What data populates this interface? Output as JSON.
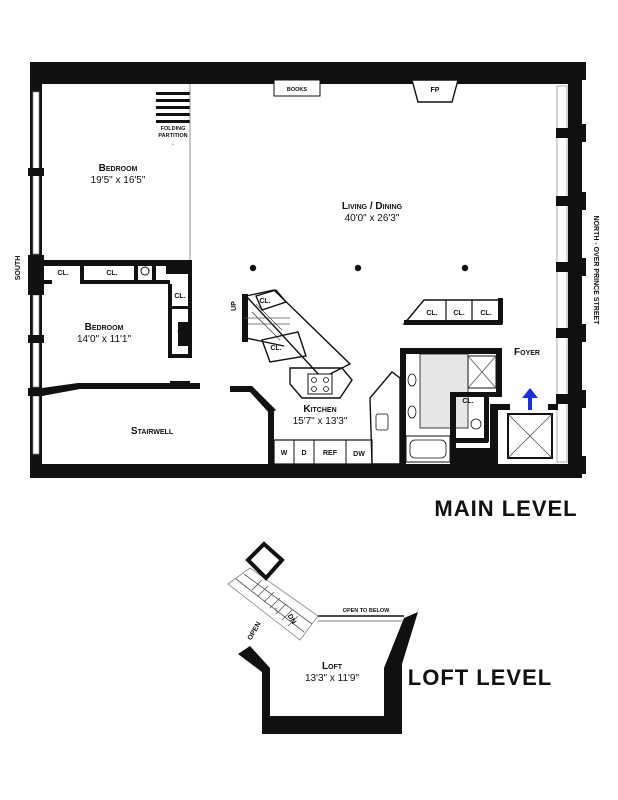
{
  "main_level": {
    "title": "MAIN LEVEL",
    "rooms": {
      "bedroom_1": {
        "name": "Bedroom",
        "dims": "19'5\" x 16'5\""
      },
      "bedroom_2": {
        "name": "Bedroom",
        "dims": "14'0\" x 11'1\""
      },
      "living": {
        "name": "Living / Dining",
        "dims": "40'0\" x 26'3\""
      },
      "kitchen": {
        "name": "Kitchen",
        "dims": "15'7\" x 13'3\""
      },
      "stairwell": {
        "name": "Stairwell"
      },
      "foyer": {
        "name": "Foyer"
      }
    },
    "labels": {
      "books": "BOOKS",
      "fp": "FP",
      "partition_1": "FOLDING",
      "partition_2": "PARTITION",
      "partition_arrow": "↓",
      "closet": "CL.",
      "up": "UP",
      "w": "W",
      "d": "D",
      "ref": "REF",
      "dw": "DW"
    },
    "orientation": {
      "south": "SOUTH",
      "north": "NORTH - OVER PRINCE STREET"
    },
    "colors": {
      "wall": "#111111",
      "entry_arrow": "#1a2fd6"
    }
  },
  "loft_level": {
    "title": "LOFT LEVEL",
    "room": {
      "name": "Loft",
      "dims": "13'3\" x 11'9\""
    },
    "labels": {
      "open_to_below": "OPEN TO BELOW",
      "open": "OPEN",
      "dn": "DN",
      "arrow": "↑"
    }
  }
}
